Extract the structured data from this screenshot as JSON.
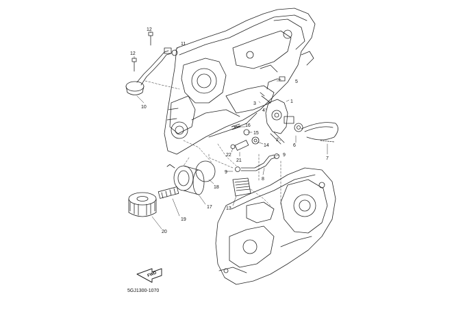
{
  "diagram": {
    "code": "5GJ1300-1070",
    "fwd_label": "FWD",
    "parts": {
      "p1": "1",
      "p2": "2",
      "p3": "3",
      "p4": "4",
      "p5": "5",
      "p6": "6",
      "p7": "7",
      "p8": "8",
      "p9a": "9",
      "p9b": "9",
      "p10": "10",
      "p11": "11",
      "p12a": "12",
      "p12b": "12",
      "p13": "13",
      "p14": "14",
      "p15": "15",
      "p16": "16",
      "p17": "17",
      "p18": "18",
      "p19": "19",
      "p20": "20",
      "p21": "21",
      "p22": "22"
    }
  }
}
